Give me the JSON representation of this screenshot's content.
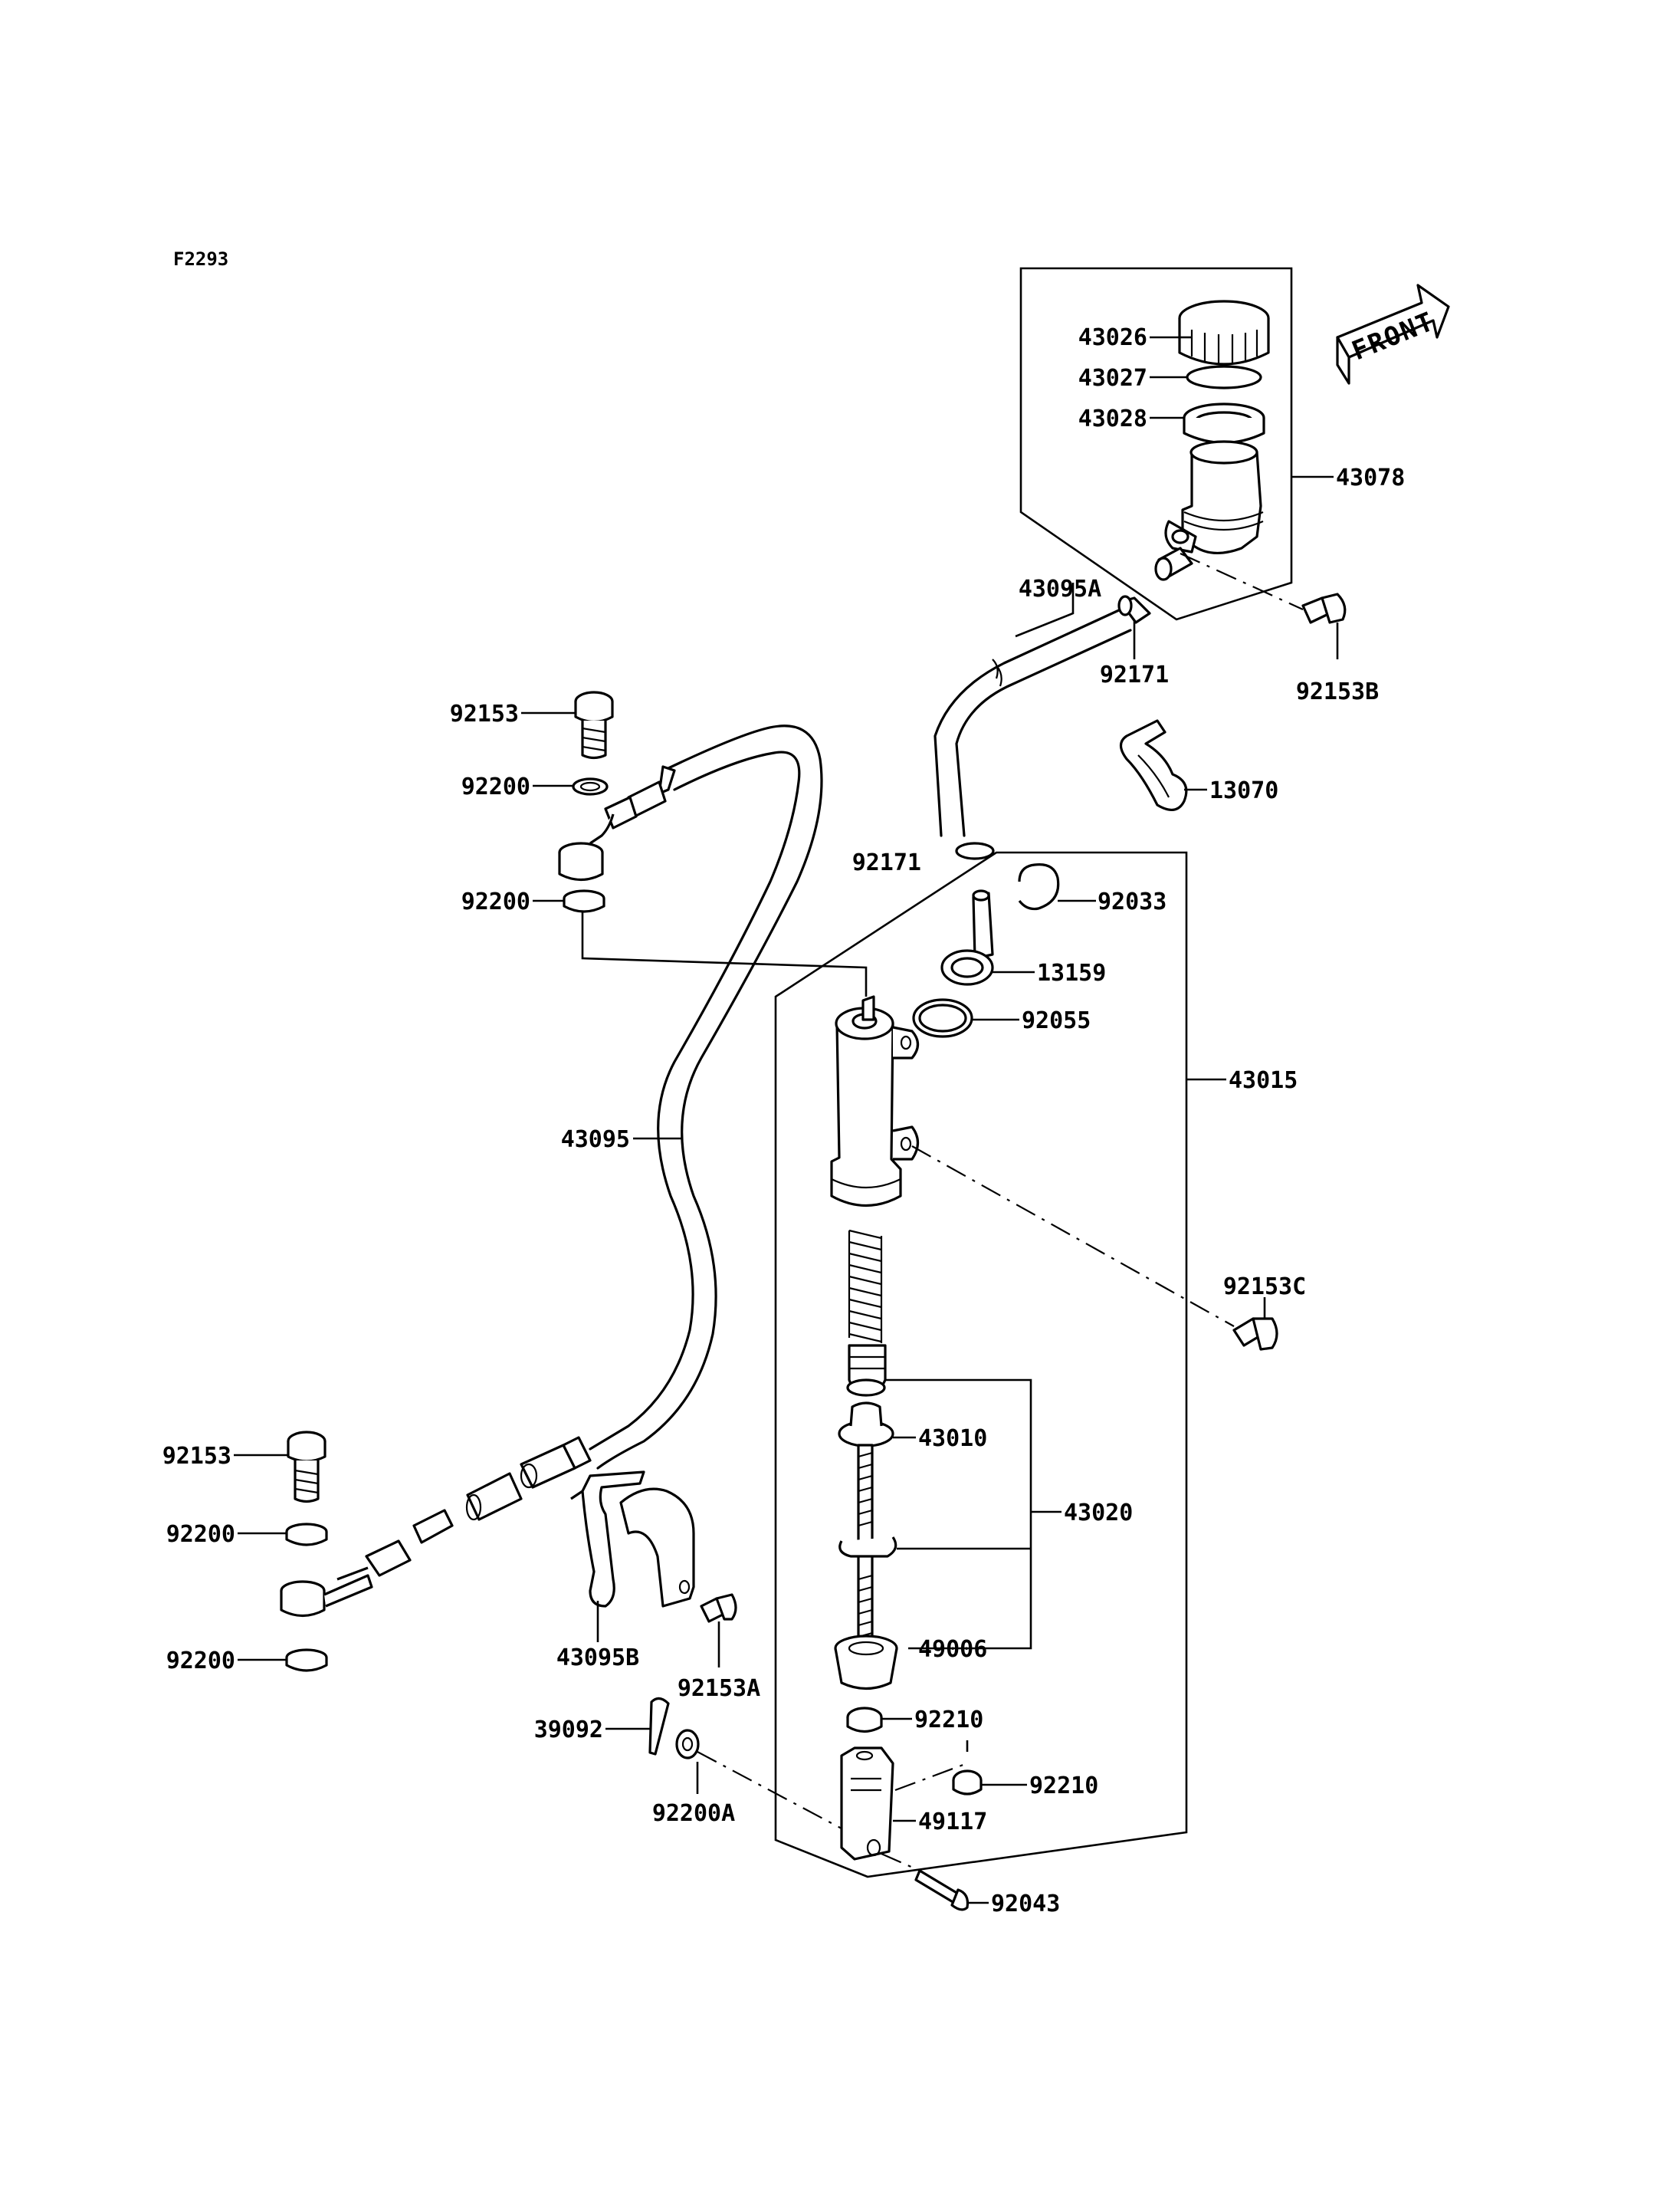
{
  "figure_code": "F2293",
  "front_label": "FRONT",
  "labels": [
    {
      "id": "43026",
      "text": "43026",
      "anchor": "end"
    },
    {
      "id": "43027",
      "text": "43027",
      "anchor": "end"
    },
    {
      "id": "43028",
      "text": "43028",
      "anchor": "end"
    },
    {
      "id": "43078",
      "text": "43078",
      "anchor": "start"
    },
    {
      "id": "43095A",
      "text": "43095A",
      "anchor": "middle"
    },
    {
      "id": "92171a",
      "text": "92171",
      "anchor": "middle"
    },
    {
      "id": "92153B",
      "text": "92153B",
      "anchor": "middle"
    },
    {
      "id": "13070",
      "text": "13070",
      "anchor": "start"
    },
    {
      "id": "92153a",
      "text": "92153",
      "anchor": "end"
    },
    {
      "id": "92200a",
      "text": "92200",
      "anchor": "end"
    },
    {
      "id": "92171b",
      "text": "92171",
      "anchor": "end"
    },
    {
      "id": "92033",
      "text": "92033",
      "anchor": "start"
    },
    {
      "id": "92200b",
      "text": "92200",
      "anchor": "end"
    },
    {
      "id": "13159",
      "text": "13159",
      "anchor": "start"
    },
    {
      "id": "92055",
      "text": "92055",
      "anchor": "start"
    },
    {
      "id": "43015",
      "text": "43015",
      "anchor": "start"
    },
    {
      "id": "43095",
      "text": "43095",
      "anchor": "end"
    },
    {
      "id": "92153C",
      "text": "92153C",
      "anchor": "middle"
    },
    {
      "id": "43010",
      "text": "43010",
      "anchor": "start"
    },
    {
      "id": "92153b",
      "text": "92153",
      "anchor": "end"
    },
    {
      "id": "43020",
      "text": "43020",
      "anchor": "start"
    },
    {
      "id": "92200c",
      "text": "92200",
      "anchor": "end"
    },
    {
      "id": "49006",
      "text": "49006",
      "anchor": "start"
    },
    {
      "id": "43095B",
      "text": "43095B",
      "anchor": "middle"
    },
    {
      "id": "92153A",
      "text": "92153A",
      "anchor": "middle"
    },
    {
      "id": "92200d",
      "text": "92200",
      "anchor": "end"
    },
    {
      "id": "92210a",
      "text": "92210",
      "anchor": "start"
    },
    {
      "id": "39092",
      "text": "39092",
      "anchor": "end"
    },
    {
      "id": "92210b",
      "text": "92210",
      "anchor": "start"
    },
    {
      "id": "92200A",
      "text": "92200A",
      "anchor": "middle"
    },
    {
      "id": "49117",
      "text": "49117",
      "anchor": "start"
    },
    {
      "id": "92043",
      "text": "92043",
      "anchor": "start"
    }
  ]
}
